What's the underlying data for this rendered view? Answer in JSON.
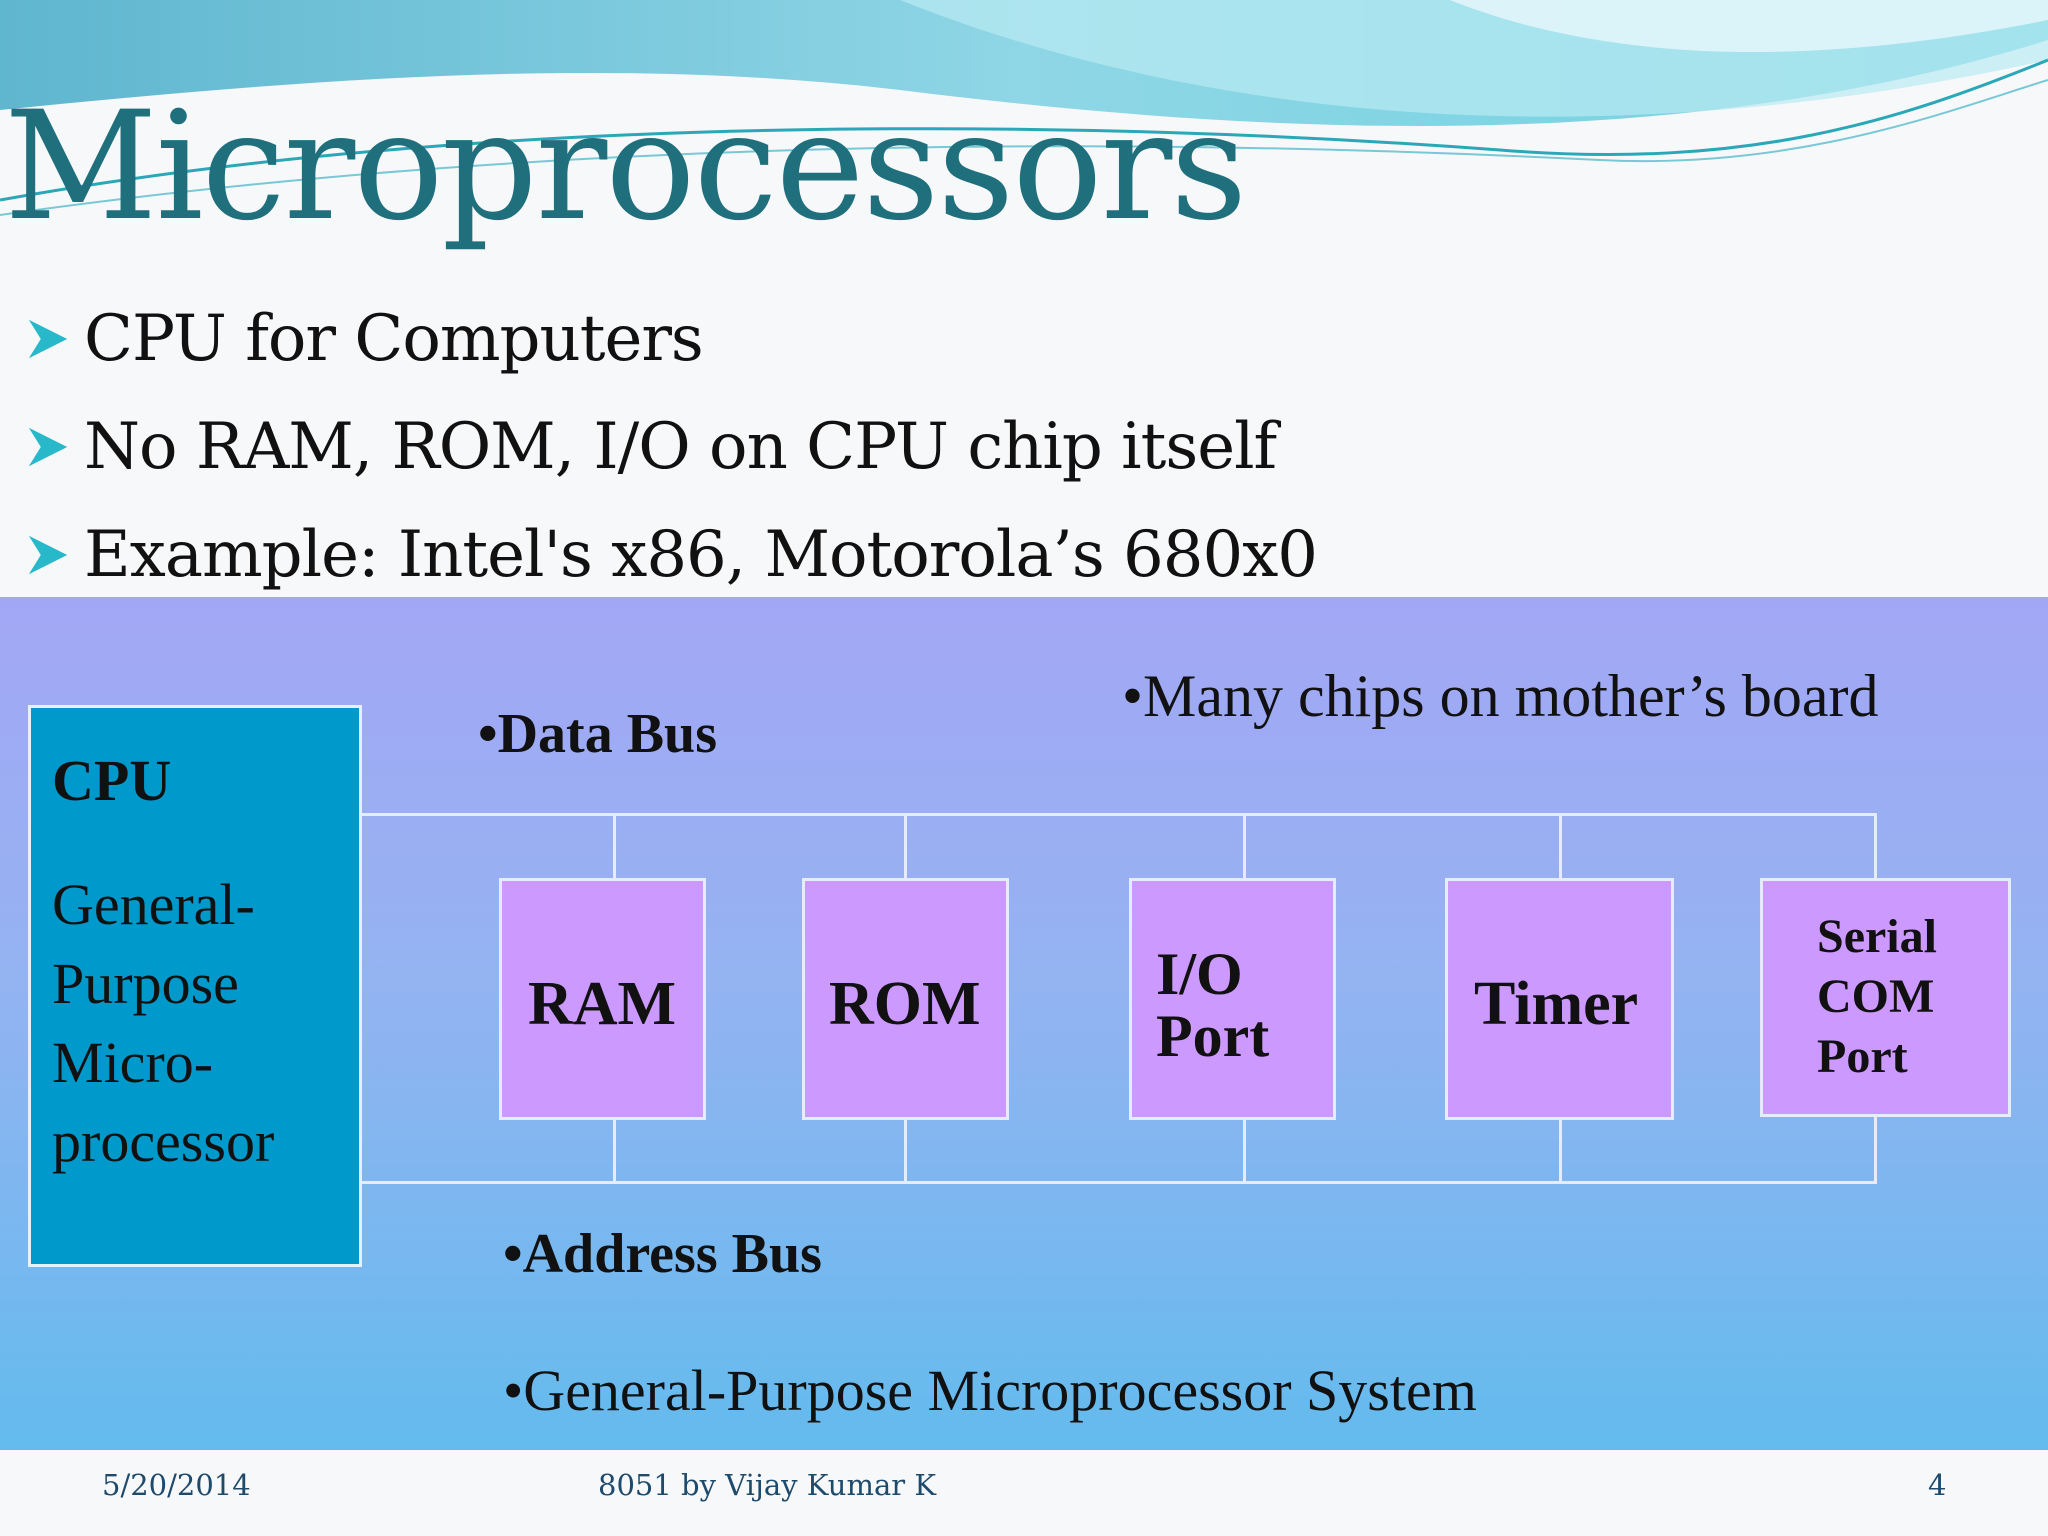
{
  "slide": {
    "title": "Microprocessors",
    "bullets": [
      "CPU for Computers",
      "No RAM, ROM, I/O on CPU chip itself",
      "Example: Intel's x86, Motorola’s 680x0"
    ],
    "accent_color": "#1f6f7c",
    "bullet_color": "#27b8c9"
  },
  "diagram": {
    "cpu_title": "CPU",
    "cpu_desc": [
      "General-",
      "Purpose",
      "Micro-",
      "processor"
    ],
    "data_bus": "•Data Bus",
    "address_bus": "•Address Bus",
    "many_chips": "•Many chips on mother’s board",
    "system_caption": "•General-Purpose Microprocessor System",
    "chips": [
      {
        "lines": [
          "RAM"
        ]
      },
      {
        "lines": [
          "ROM"
        ]
      },
      {
        "lines": [
          "I/O",
          "Port"
        ]
      },
      {
        "lines": [
          "Timer"
        ]
      },
      {
        "lines": [
          "Serial",
          "COM",
          "Port"
        ]
      }
    ]
  },
  "footer": {
    "date": "5/20/2014",
    "author": "8051 by Vijay Kumar K",
    "page": "4"
  }
}
